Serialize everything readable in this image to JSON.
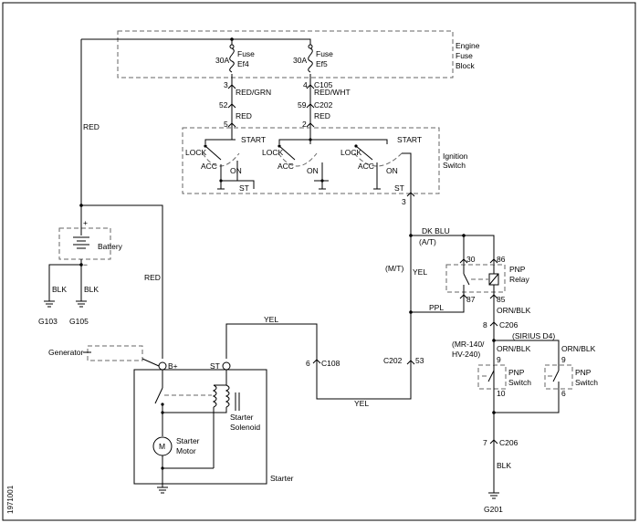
{
  "fuse_block": {
    "label_line1": "Engine",
    "label_line2": "Fuse",
    "label_line3": "Block",
    "fuse_ef4": {
      "rating": "30A",
      "name_line1": "Fuse",
      "name_line2": "Ef4"
    },
    "fuse_ef5": {
      "rating": "30A",
      "name_line1": "Fuse",
      "name_line2": "Ef5"
    }
  },
  "wires": {
    "red": "RED",
    "red_grn": "RED/GRN",
    "red_wht": "RED/WHT",
    "yel": "YEL",
    "dk_blu": "DK BLU",
    "ppl": "PPL",
    "orn_blk": "ORN/BLK",
    "blk": "BLK"
  },
  "pins": {
    "p3_fuse": "3",
    "p4_fuse": "4",
    "p52": "52",
    "p59": "59",
    "p5": "5",
    "p2": "2",
    "p3_ign": "3",
    "p6": "6",
    "p53": "53",
    "p30": "30",
    "p86": "86",
    "p87": "87",
    "p85": "85",
    "p8": "8",
    "p9a": "9",
    "p9b": "9",
    "p10": "10",
    "p6b": "6",
    "p7": "7"
  },
  "connectors": {
    "c105": "C105",
    "c202a": "C202",
    "c202b": "C202",
    "c108": "C108",
    "c206a": "C206",
    "c206b": "C206"
  },
  "ignition": {
    "label_line1": "Ignition",
    "label_line2": "Switch",
    "start": "START",
    "lock": "LOCK",
    "acc": "ACC",
    "on": "ON",
    "st": "ST"
  },
  "battery": {
    "label": "Battery",
    "plus": "+",
    "minus": "−"
  },
  "grounds": {
    "g103": "G103",
    "g105": "G105",
    "g201": "G201"
  },
  "generator": {
    "label": "Generator"
  },
  "starter": {
    "b_plus": "B+",
    "st": "ST",
    "motor_line1": "Starter",
    "motor_line2": "Motor",
    "motor_symbol": "M",
    "solenoid_line1": "Starter",
    "solenoid_line2": "Solenoid",
    "label": "Starter"
  },
  "relay": {
    "mt": "(M/T)",
    "at": "(A/T)",
    "label_line1": "PNP",
    "label_line2": "Relay"
  },
  "pnp": {
    "variant_left_line1": "(MR-140/",
    "variant_left_line2": "HV-240)",
    "variant_right": "(SIRIUS D4)",
    "switch_line1": "PNP",
    "switch_line2": "Switch"
  },
  "side_code": "1971001"
}
